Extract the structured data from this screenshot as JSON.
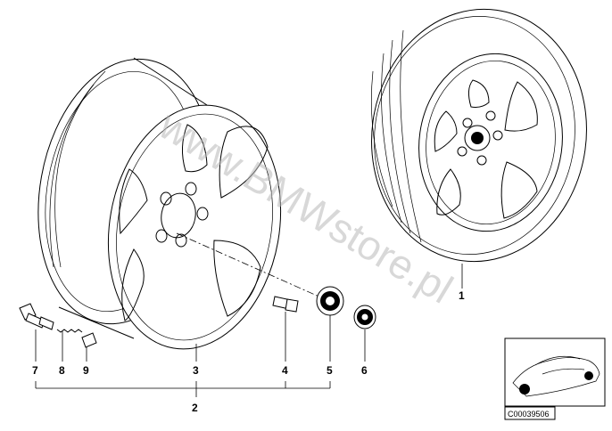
{
  "watermark": "www.BMWstore.pl",
  "callouts": {
    "c1": "1",
    "c2": "2",
    "c3": "3",
    "c4": "4",
    "c5": "5",
    "c6": "6",
    "c7": "7",
    "c8": "8",
    "c9": "9"
  },
  "thumbnail": {
    "code": "C00039506"
  }
}
